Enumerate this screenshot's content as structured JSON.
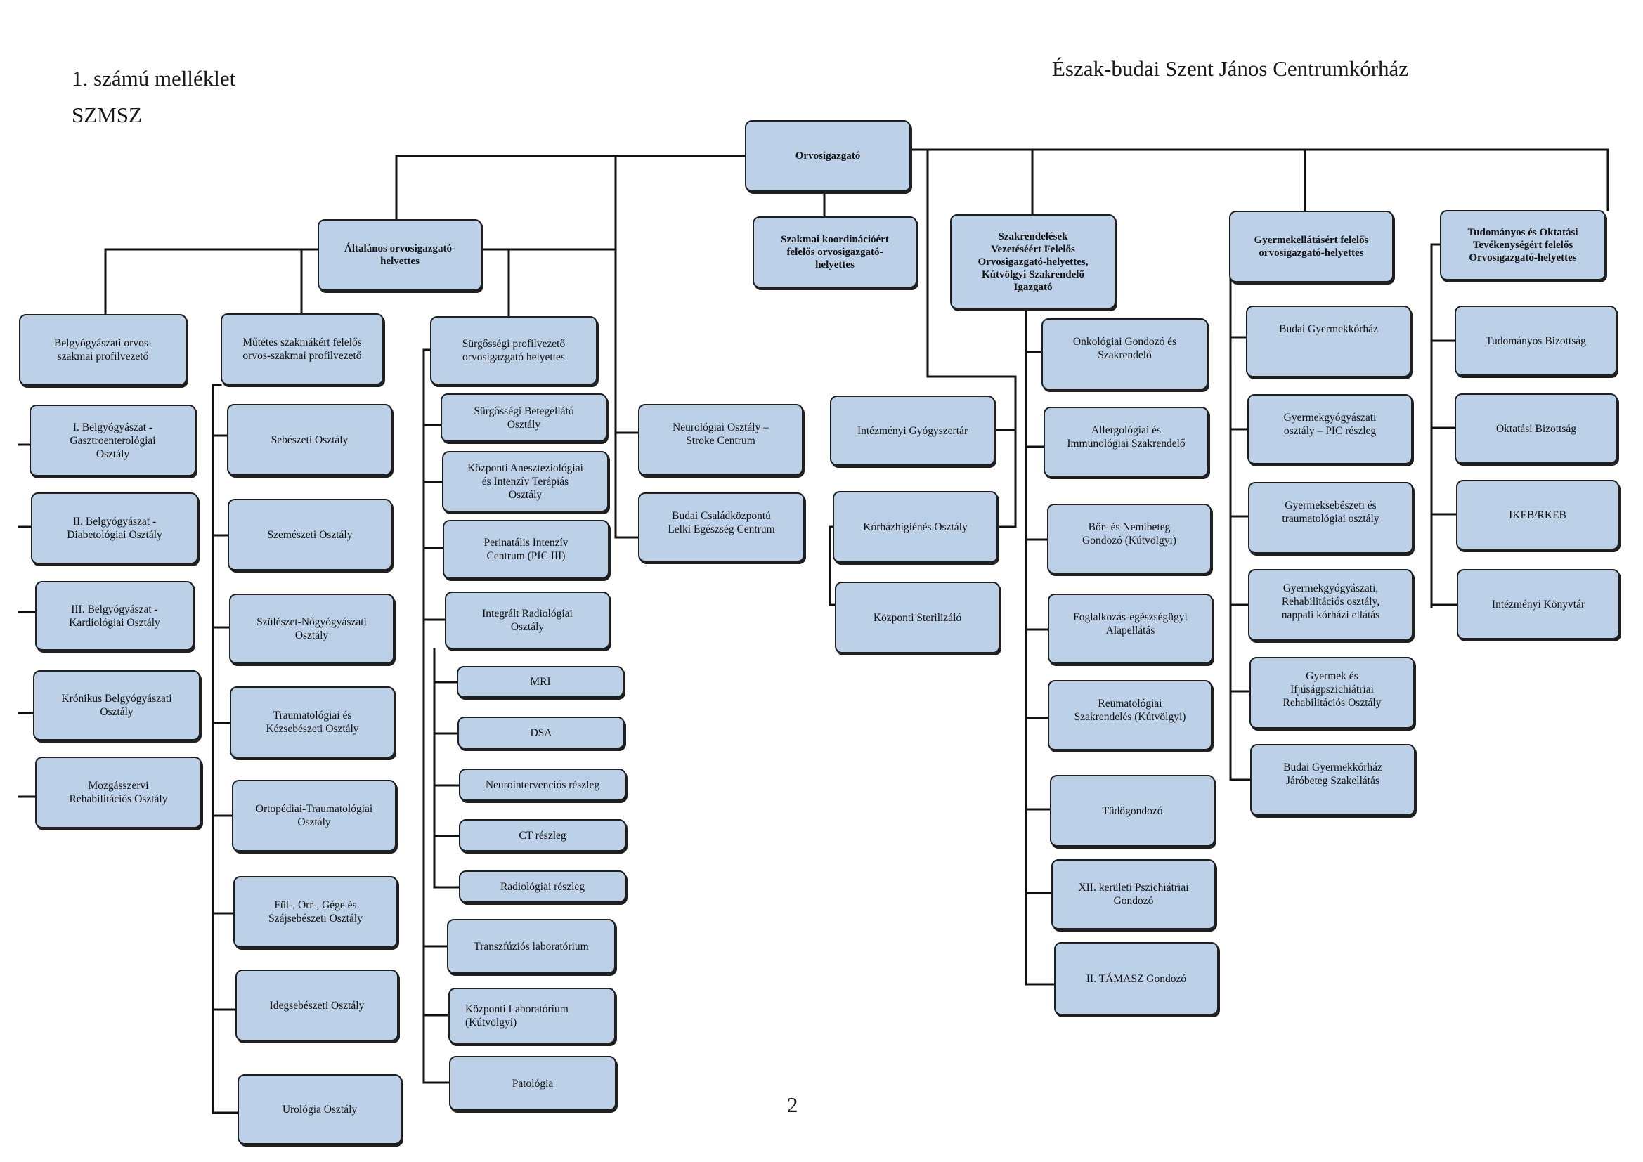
{
  "header": {
    "annex": "1. számú melléklet",
    "regulation": "SZMSZ",
    "institution": "Észak-budai Szent János Centrumkórház"
  },
  "page_number": "2",
  "colors": {
    "box_fill": "#bcd0e8",
    "box_border": "#1f1f1f",
    "line": "#111111"
  },
  "org": {
    "root": "Orvosigazgató",
    "general_deputy": {
      "label": "Általános orvosigazgató-\nhelyettes",
      "internal_medicine": {
        "label": "Belgyógyászati orvos-\nszakmai profilvezető",
        "units": [
          "I. Belgyógyászat -\nGasztroenterológiai\nOsztály",
          "II. Belgyógyászat -\nDiabetológiai Osztály",
          "III. Belgyógyászat -\nKardiológiai Osztály",
          "Krónikus Belgyógyászati\nOsztály",
          "Mozgásszervi\nRehabilitációs Osztály"
        ]
      },
      "surgical": {
        "label": "Műtétes szakmákért felelős\norvos-szakmai profilvezető",
        "units": [
          "Sebészeti Osztály",
          "Szemészeti Osztály",
          "Szülészet-Nőgyógyászati\nOsztály",
          "Traumatológiai és\nKézsebészeti Osztály",
          "Ortopédiai-Traumatológiai\nOsztály",
          "Fül-, Orr-, Gége és\nSzájsebészeti Osztály",
          "Idegsebészeti Osztály",
          "Urológia Osztály"
        ]
      },
      "emergency": {
        "label": "Sürgősségi profilvezető\norvosigazgató helyettes",
        "units": [
          "Sürgősségi Betegellátó\nOsztály",
          "Központi Aneszteziológiai\nés Intenzív Terápiás\nOsztály",
          "Perinatális Intenzív\nCentrum (PIC III)",
          "Integrált Radiológiai\nOsztály",
          "Transzfúziós laboratórium",
          "Központi Laboratórium\n(Kútvölgyi)",
          "Patológia"
        ],
        "radiology_units": [
          "MRI",
          "DSA",
          "Neurointervenciós részleg",
          "CT részleg",
          "Radiológiai részleg"
        ]
      }
    },
    "clinical_units": [
      "Neurológiai Osztály –\nStroke Centrum",
      "Budai Családközpontú\nLelki Egészség Centrum"
    ],
    "service_units": [
      "Intézményi Gyógyszertár",
      "Kórházhigiénés Osztály",
      "Központi Sterilizáló"
    ],
    "coordination_deputy": "Szakmai koordinációért\nfelelős orvosigazgató-\nhelyettes",
    "outpatient_deputy": {
      "label": "Szakrendelések\nVezetéséért Felelős\nOrvosigazgató-helyettes,\nKútvölgyi Szakrendelő\nIgazgató",
      "units": [
        "Onkológiai Gondozó és\nSzakrendelő",
        "Allergológiai és\nImmunológiai Szakrendelő",
        "Bőr- és Nemibeteg\nGondozó (Kútvölgyi)",
        "Foglalkozás-egészségügyi\nAlapellátás",
        "Reumatológiai\nSzakrendelés (Kútvölgyi)",
        "Tüdőgondozó",
        "XII. kerületi Pszichiátriai\nGondozó",
        "II. TÁMASZ Gondozó"
      ]
    },
    "pediatric_deputy": {
      "label": "Gyermekellátásért felelős\norvosigazgató-helyettes",
      "units": [
        "Budai Gyermekkórház",
        "Gyermekgyógyászati\nosztály – PIC részleg",
        "Gyermeksebészeti és\ntraumatológiai osztály",
        "Gyermekgyógyászati,\nRehabilitációs osztály,\nnappali kórházi ellátás",
        "Gyermek és\nIfjúságpszichiátriai\nRehabilitációs Osztály",
        "Budai Gyermekkórház\nJáróbeteg Szakellátás"
      ]
    },
    "science_deputy": {
      "label": "Tudományos és Oktatási\nTevékenységért felelős\nOrvosigazgató-helyettes",
      "units": [
        "Tudományos Bizottság",
        "Oktatási Bizottság",
        "IKEB/RKEB",
        "Intézményi Könyvtár"
      ]
    }
  }
}
